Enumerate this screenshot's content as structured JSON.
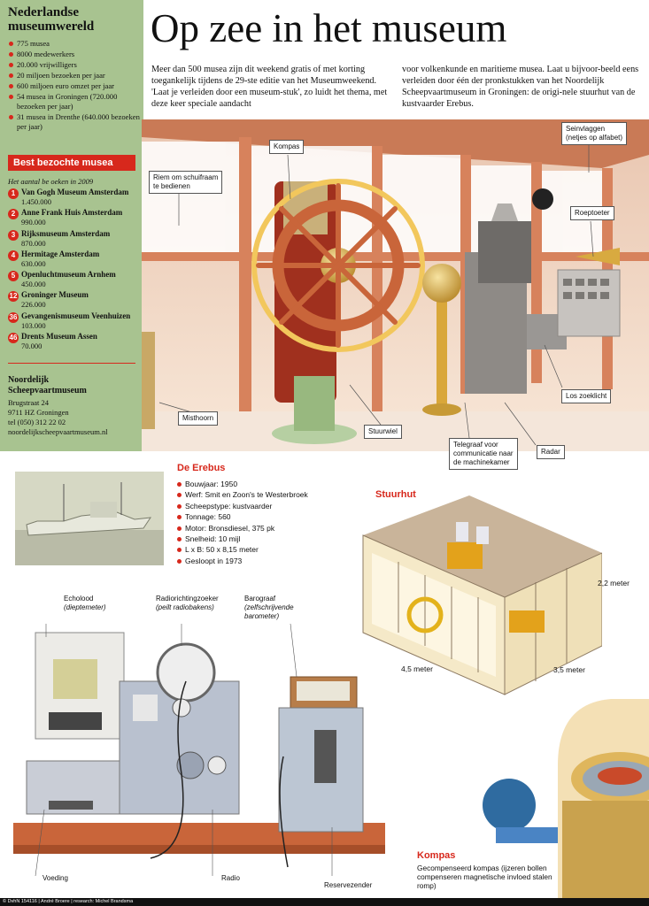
{
  "sidebar": {
    "title_line1": "Nederlandse",
    "title_line2": "museumwereld",
    "facts": [
      "775 musea",
      "8000 medewerkers",
      "20.000 vrijwilligers",
      "20 miljoen bezoeken per jaar",
      "600 miljoen euro omzet per jaar",
      "54 musea in Groningen (720.000 bezoeken per jaar)",
      "31 musea in Drenthe (640.000 bezoeken per jaar)"
    ],
    "ranking_title": "Best bezochte musea",
    "ranking_subtitle": "Het aantal be oeken in 2009",
    "ranking": [
      {
        "rank": "1",
        "name": "Van Gogh Museum Amsterdam",
        "visitors": "1.450.000"
      },
      {
        "rank": "2",
        "name": "Anne Frank Huis Amsterdam",
        "visitors": "990.000"
      },
      {
        "rank": "3",
        "name": "Rijksmuseum Amsterdam",
        "visitors": "870.000"
      },
      {
        "rank": "4",
        "name": "Hermitage Amsterdam",
        "visitors": "630.000"
      },
      {
        "rank": "5",
        "name": "Openluchtmuseum Arnhem",
        "visitors": "450.000"
      },
      {
        "rank": "12",
        "name": "Groninger Museum",
        "visitors": "226.000"
      },
      {
        "rank": "36",
        "name": "Gevangenismuseum Veenhuizen",
        "visitors": "103.000"
      },
      {
        "rank": "46",
        "name": "Drents Museum Assen",
        "visitors": "70.000"
      }
    ],
    "address_title_line1": "Noordelijk",
    "address_title_line2": "Scheepvaartmuseum",
    "address_lines": [
      "Brugstraat 24",
      "9711 HZ Groningen",
      "tel (050) 312 22 02",
      "noordelijkscheepvaartmuseum.nl"
    ]
  },
  "headline": "Op zee in het museum",
  "intro_col1": "Meer dan 500 musea zijn dit weekend gratis of met korting toegankelijk tijdens de 29-ste editie van het Museumweekend. 'Laat je verleiden door een museum-stuk', zo luidt het thema, met deze keer speciale aandacht",
  "intro_col2": "voor volkenkunde en maritieme musea. Laat u bijvoor-beeld eens verleiden door één der pronkstukken van het Noordelijk Scheepvaartmuseum in Groningen: de origi-nele stuurhut van de kustvaarder Erebus.",
  "scene_labels": {
    "kompas": "Kompas",
    "riem_line1": "Riem om schuifraam",
    "riem_line2": "te bedienen",
    "seinvlaggen_line1": "Seinvlaggen",
    "seinvlaggen_line2": "(netjes op alfabet)",
    "roeptoeter": "Roeptoeter",
    "los_zoeklicht": "Los zoeklicht",
    "misthoorn": "Misthoorn",
    "stuurwiel": "Stuurwiel",
    "telegraaf_line1": "Telegraaf voor",
    "telegraaf_line2": "communicatie naar",
    "telegraaf_line3": "de machinekamer",
    "radar": "Radar"
  },
  "erebus": {
    "title": "De Erebus",
    "specs": [
      "Bouwjaar: 1950",
      "Werf: Smit en Zoon's te Westerbroek",
      "Scheepstype: kustvaarder",
      "Tonnage: 560",
      "Motor: Bronsdiesel, 375 pk",
      "Snelheid: 10 mijl",
      "L x B: 50 x 8,15 meter",
      "Gesloopt in 1973"
    ]
  },
  "stuurhut": {
    "title": "Stuurhut",
    "height": "2,2 meter",
    "length": "4,5 meter",
    "width": "3,5 meter"
  },
  "equipment": {
    "echolood": "Echolood",
    "echolood_sub": "(dieptemeter)",
    "radiorichting": "Radiorichtingzoeker",
    "radiorichting_sub": "(peilt radiobakens)",
    "barograaf": "Barograaf",
    "barograaf_sub1": "(zelfschrijvende",
    "barograaf_sub2": "barometer)",
    "voeding": "Voeding",
    "radio": "Radio",
    "reservezender": "Reservezender"
  },
  "kompas": {
    "title": "Kompas",
    "description": "Gecompenseerd kompas (ijzeren bollen compenseren magnetische invloed stalen romp)"
  },
  "credit": "© DvhN 154116 | André Broere | research: Michel Brandsma",
  "colors": {
    "sidebar_green": "#a8c390",
    "accent_red": "#d7281c",
    "wood": "#c9653a"
  }
}
